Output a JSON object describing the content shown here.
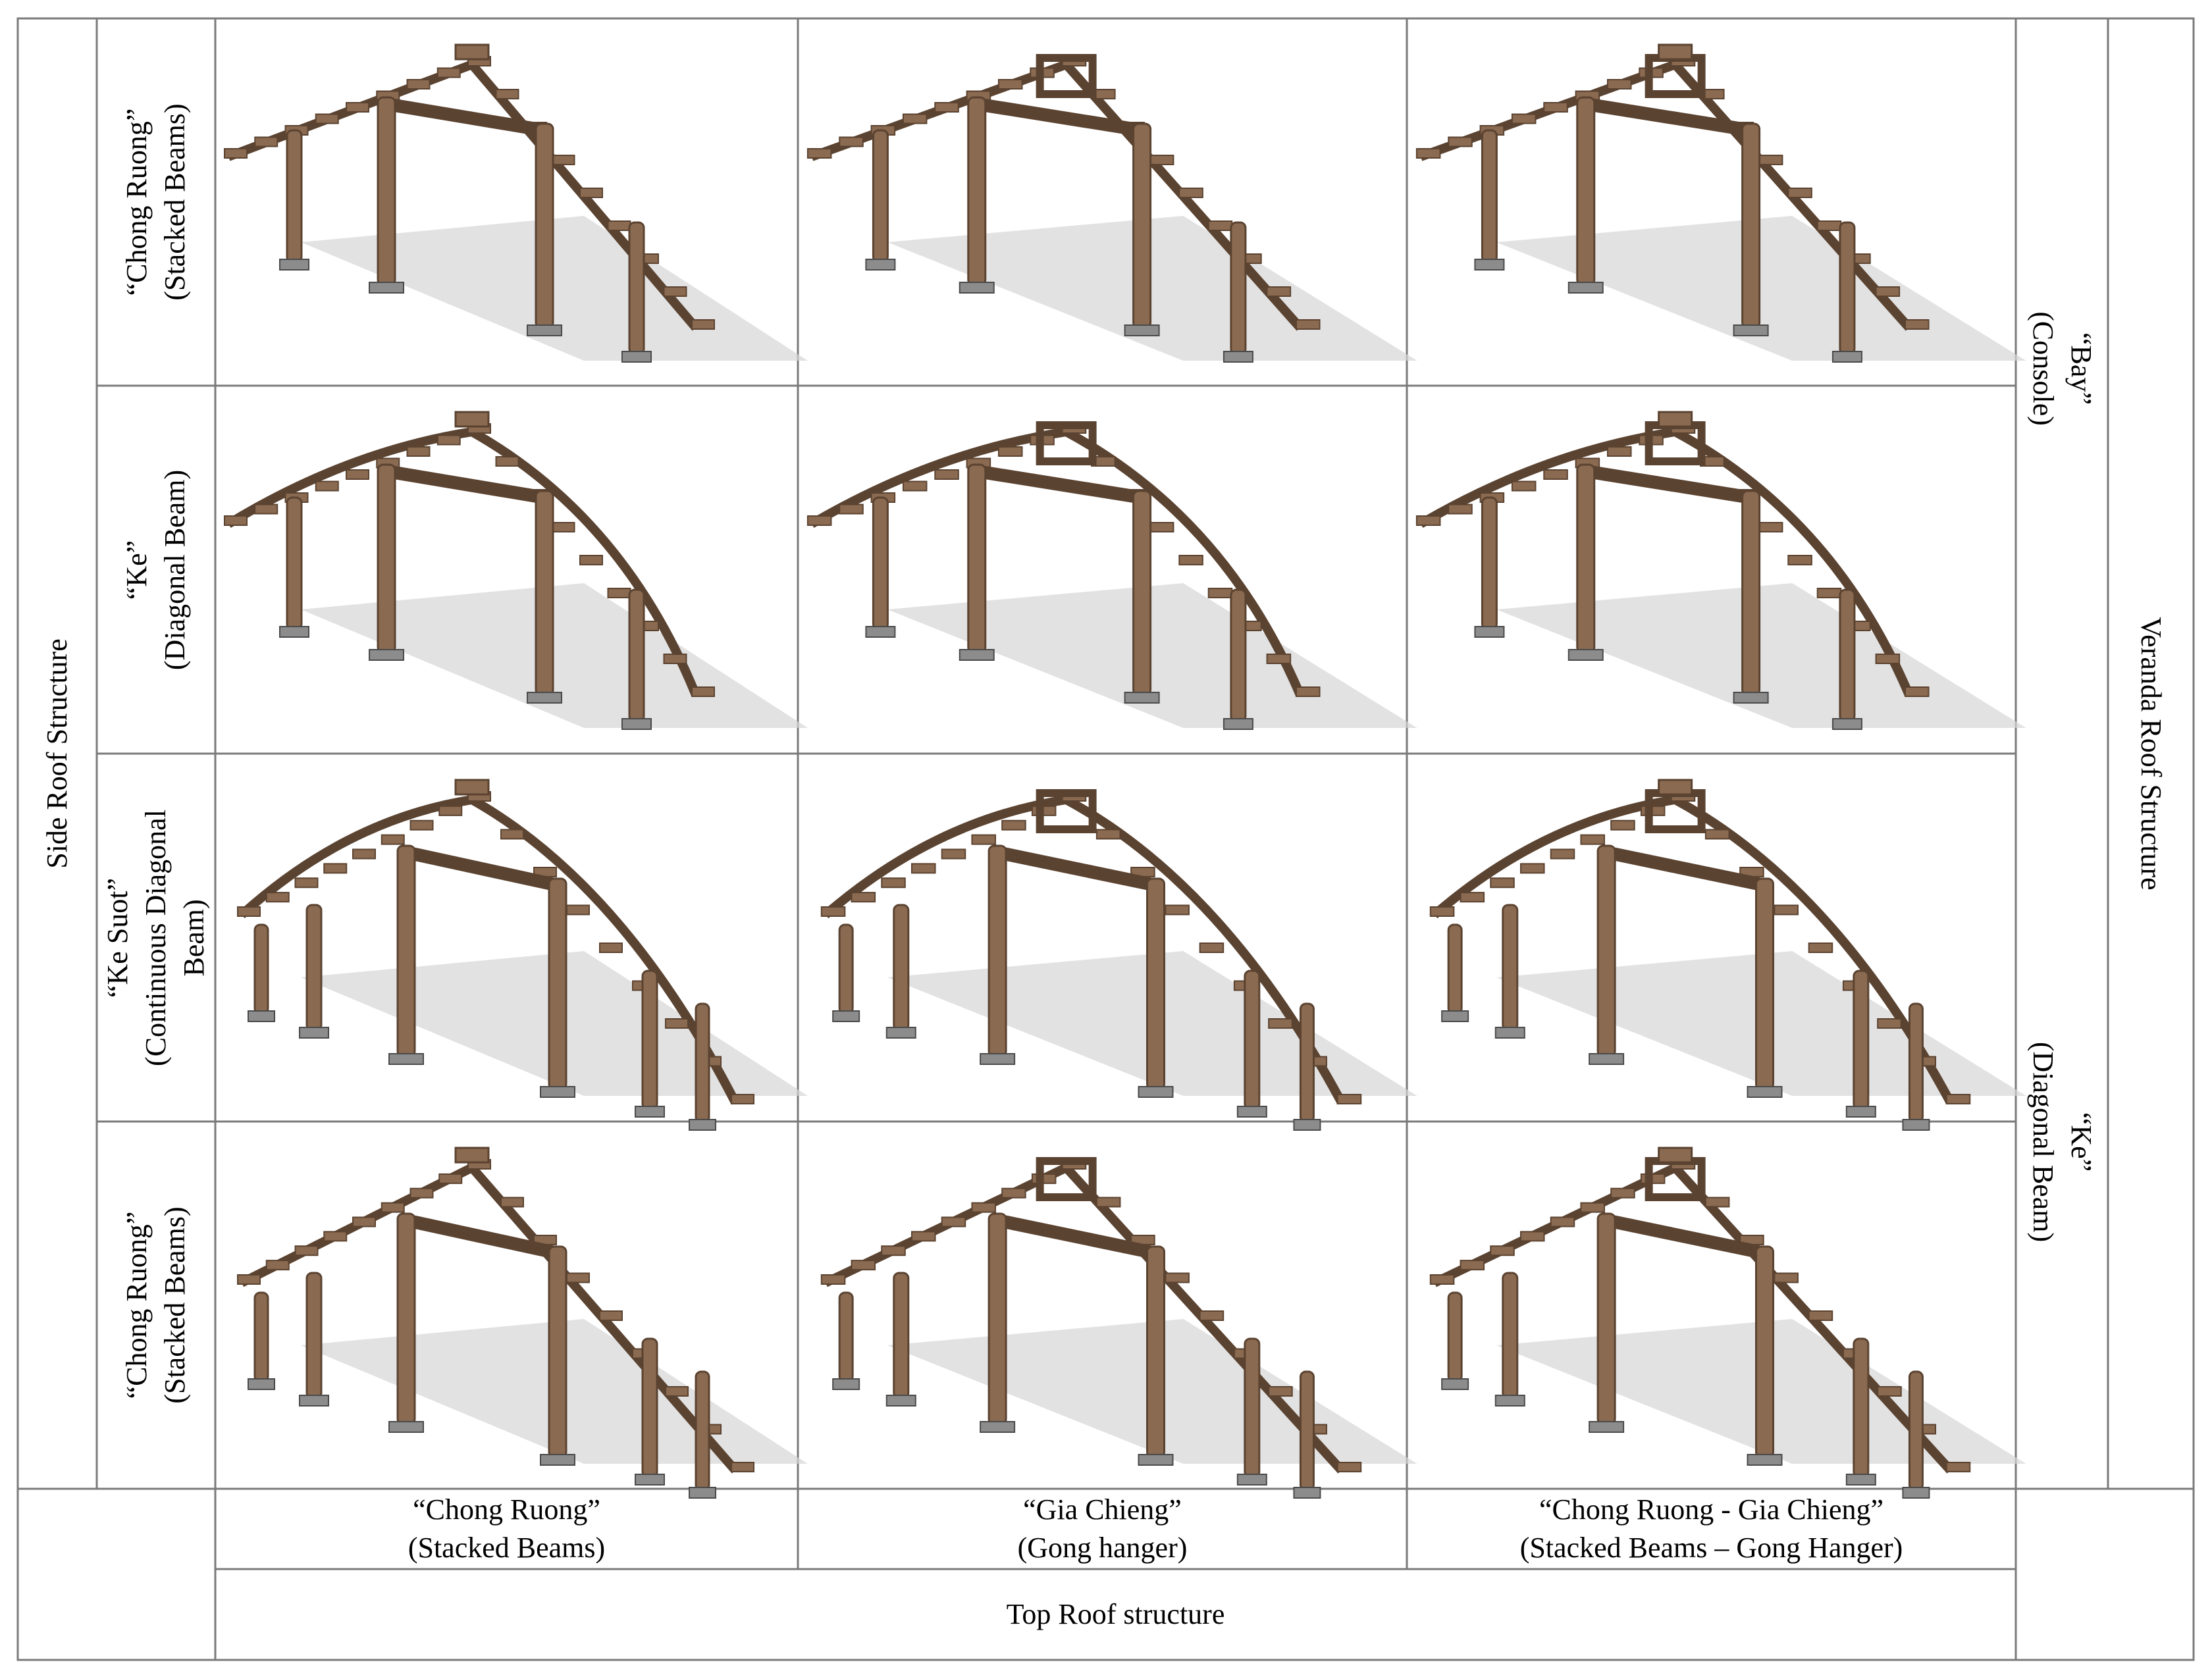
{
  "row_labels": [
    "“Chong Ruong”\n(Stacked Beams)",
    "“Ke”\n(Diagonal Beam)",
    "“Ke Suot”\n(Continuous Diagonal\nBeam)",
    "“Chong Ruong”\n(Stacked Beams)"
  ],
  "column_labels": [
    "“Chong Ruong”\n(Stacked Beams)",
    "“Gia Chieng”\n(Gong hanger)",
    "“Chong Ruong - Gia Chieng”\n(Stacked Beams – Gong Hanger)"
  ],
  "side_title": "Side Roof Structure",
  "top_title": "Top Roof structure",
  "veranda_title": "Veranda Roof Structure",
  "veranda_labels": [
    "“Bay”\n(Console)",
    "“Ke”\n(Diagonal Beam)"
  ],
  "colors": {
    "wood": "#8a6a50",
    "wood_dark": "#5b4331",
    "shadow": "#d6d6d6",
    "line": "#7a7a7a"
  },
  "frames": [
    {
      "row": 0,
      "col": 0,
      "eave": "stacked",
      "ridge": "stacked",
      "extra_posts": 0
    },
    {
      "row": 0,
      "col": 1,
      "eave": "stacked",
      "ridge": "gong",
      "extra_posts": 0
    },
    {
      "row": 0,
      "col": 2,
      "eave": "stacked",
      "ridge": "stacked-gong",
      "extra_posts": 0
    },
    {
      "row": 1,
      "col": 0,
      "eave": "diagonal",
      "ridge": "stacked",
      "extra_posts": 0
    },
    {
      "row": 1,
      "col": 1,
      "eave": "diagonal",
      "ridge": "gong",
      "extra_posts": 0
    },
    {
      "row": 1,
      "col": 2,
      "eave": "diagonal",
      "ridge": "stacked-gong",
      "extra_posts": 0
    },
    {
      "row": 2,
      "col": 0,
      "eave": "diagonal",
      "ridge": "stacked",
      "extra_posts": 1
    },
    {
      "row": 2,
      "col": 1,
      "eave": "diagonal",
      "ridge": "gong",
      "extra_posts": 1
    },
    {
      "row": 2,
      "col": 2,
      "eave": "diagonal",
      "ridge": "stacked-gong",
      "extra_posts": 1
    },
    {
      "row": 3,
      "col": 0,
      "eave": "stacked",
      "ridge": "stacked",
      "extra_posts": 1
    },
    {
      "row": 3,
      "col": 1,
      "eave": "stacked",
      "ridge": "gong",
      "extra_posts": 1
    },
    {
      "row": 3,
      "col": 2,
      "eave": "stacked",
      "ridge": "stacked-gong",
      "extra_posts": 1
    }
  ]
}
